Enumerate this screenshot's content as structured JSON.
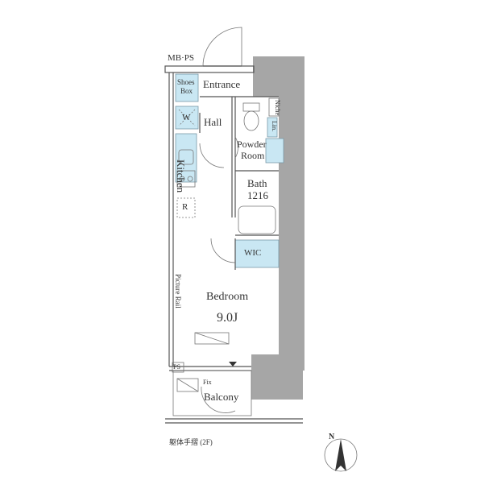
{
  "rooms": {
    "mb_ps": "MB·PS",
    "entrance": "Entrance",
    "shoes_box_line1": "Shoes",
    "shoes_box_line2": "Box",
    "washer": "W",
    "hall": "Hall",
    "kitchen": "Kitchen",
    "refrigerator": "R",
    "powder_room_line1": "Powder",
    "powder_room_line2": "Room",
    "niche": "Niche",
    "linen": "Lin.",
    "bath": "Bath",
    "bath_size": "1216",
    "wic": "WIC",
    "picture_rail": "Picture Rail",
    "bedroom": "Bedroom",
    "bedroom_size": "9.0J",
    "ps_small": "PS",
    "fix": "Fix",
    "balcony": "Balcony",
    "handrail_note": "躯体手摺 (2F)",
    "north": "N"
  },
  "colors": {
    "fixture_blue": "#c9e7f3",
    "structure_grey": "#a6a6a6",
    "line": "#555555"
  }
}
